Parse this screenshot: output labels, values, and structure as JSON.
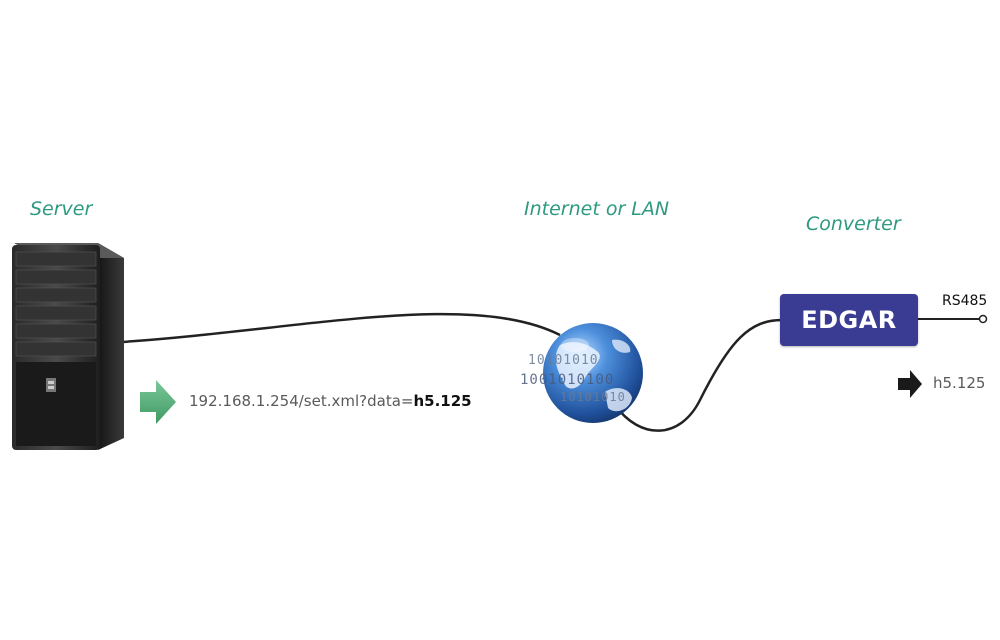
{
  "labels": {
    "server": "Server",
    "network": "Internet or LAN",
    "converter": "Converter"
  },
  "device": {
    "name": "EDGAR",
    "port": "RS485"
  },
  "request": {
    "url_prefix": "192.168.1.254/set.xml?data=",
    "command": "h5.125"
  },
  "output": {
    "command": "h5.125"
  },
  "globe_bits": [
    "10101010",
    "1001010100",
    "10101010"
  ],
  "colors": {
    "label": "#2e9a80",
    "arrow_green": "#5ab27c",
    "device_bg": "#3a3b93",
    "globe": "#2f6fc0"
  },
  "icons": {
    "server": "server-tower-icon",
    "network": "globe-icon",
    "request_arrow": "arrow-right-icon",
    "output_arrow": "arrow-right-icon"
  }
}
